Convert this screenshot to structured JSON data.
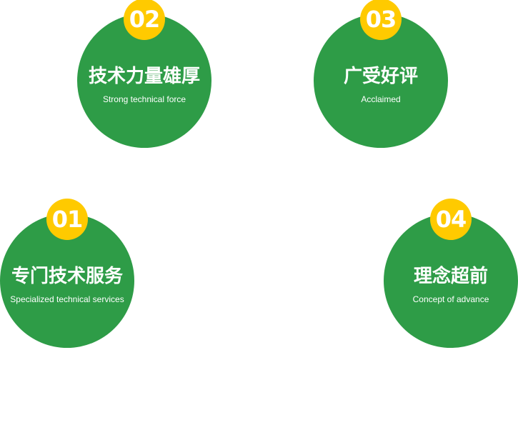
{
  "items": [
    {
      "number": "02",
      "title": "技术力量雄厚",
      "subtitle": "Strong technical force"
    },
    {
      "number": "03",
      "title": "广受好评",
      "subtitle": "Acclaimed"
    },
    {
      "number": "01",
      "title": "专门技术服务",
      "subtitle": "Specialized technical services"
    },
    {
      "number": "04",
      "title": "理念超前",
      "subtitle": "Concept of advance"
    }
  ],
  "colors": {
    "circle": "#2e9c47",
    "badge": "#ffca00",
    "text": "#ffffff",
    "background": "#ffffff"
  }
}
